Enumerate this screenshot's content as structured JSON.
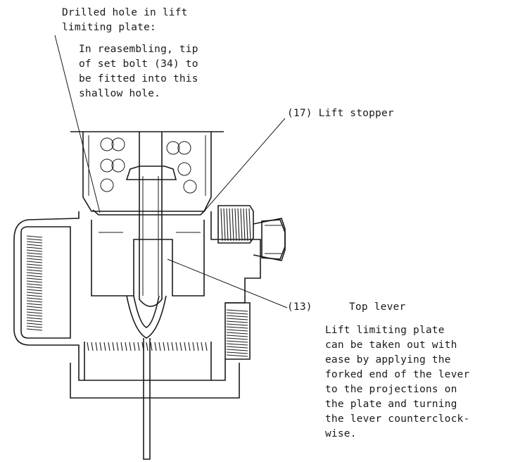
{
  "callouts": {
    "drilled_hole": {
      "title_lines": [
        "Drilled hole in lift",
        "limiting plate:"
      ],
      "body_lines": [
        "In reasembling, tip",
        "of set bolt (34) to",
        "be fitted into this",
        "shallow hole."
      ]
    },
    "lift_stopper": {
      "label": "(17) Lift stopper"
    },
    "top_lever": {
      "number": "(13)",
      "title": "Top lever",
      "body_lines": [
        "Lift limiting plate",
        "can be taken out with",
        "ease by applying the",
        "forked end of the lever",
        "to the projections on",
        "the plate and turning",
        "the lever counterclock-",
        "wise."
      ]
    }
  }
}
